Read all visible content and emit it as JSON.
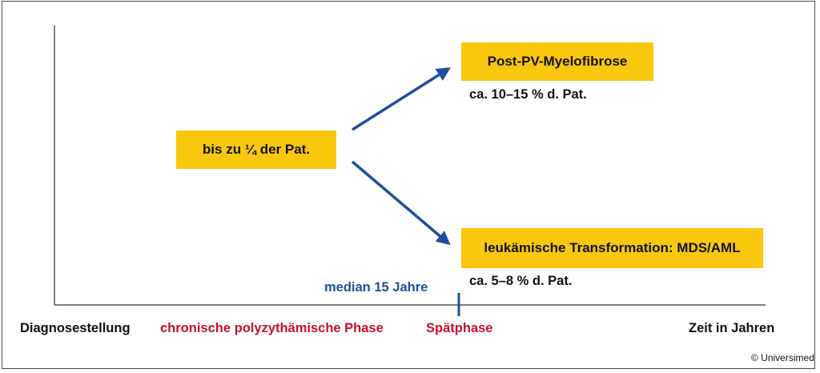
{
  "boxes": {
    "start": "bis zu ¼ der Pat.",
    "upper": "Post-PV-Myelofibrose",
    "lower": "leukämische Transformation: MDS/AML"
  },
  "notes": {
    "upper_pct": "ca. 10–15 % d. Pat.",
    "lower_pct": "ca. 5–8 % d. Pat."
  },
  "marker": "median 15 Jahre",
  "axis": {
    "start": "Diagnosestellung",
    "phase1": "chronische polyzythämische Phase",
    "phase2": "Spätphase",
    "end": "Zeit in Jahren"
  },
  "copyright": "© Universimed",
  "colors": {
    "box_fill": "#f9c80e",
    "arrow": "#1f4e9c",
    "phase_text": "#c8102e",
    "marker_text": "#1f4e9c"
  }
}
